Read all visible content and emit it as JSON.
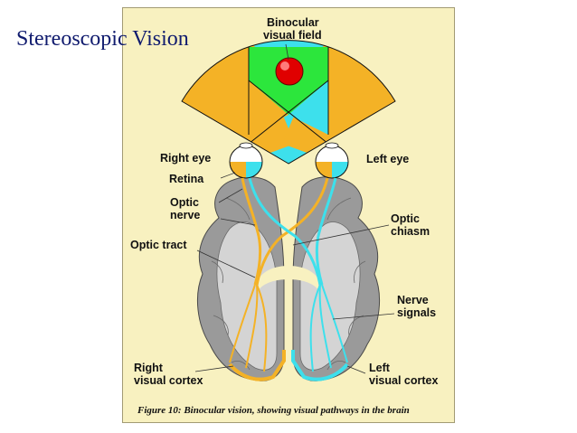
{
  "slide": {
    "title": "Stereoscopic Vision"
  },
  "figure": {
    "labels": {
      "binocular_field": [
        "Binocular",
        "visual field"
      ],
      "right_eye": "Right eye",
      "left_eye": "Left eye",
      "retina": "Retina",
      "optic_nerve": [
        "Optic",
        "nerve"
      ],
      "optic_chiasm": [
        "Optic",
        "chiasm"
      ],
      "optic_tract": "Optic tract",
      "nerve_signals": [
        "Nerve",
        "signals"
      ],
      "right_cortex": [
        "Right",
        "visual cortex"
      ],
      "left_cortex": [
        "Left",
        "visual cortex"
      ]
    },
    "caption": "Figure 10: Binocular vision, showing visual pathways in the brain",
    "colors": {
      "background": "#f8f1c0",
      "right_field": "#f4b226",
      "left_field": "#3de0ec",
      "binocular_zone": "#2ce63c",
      "target": "#e00000",
      "brain_gray": "#9a9a9a",
      "brain_light": "#d4d4d4"
    }
  }
}
